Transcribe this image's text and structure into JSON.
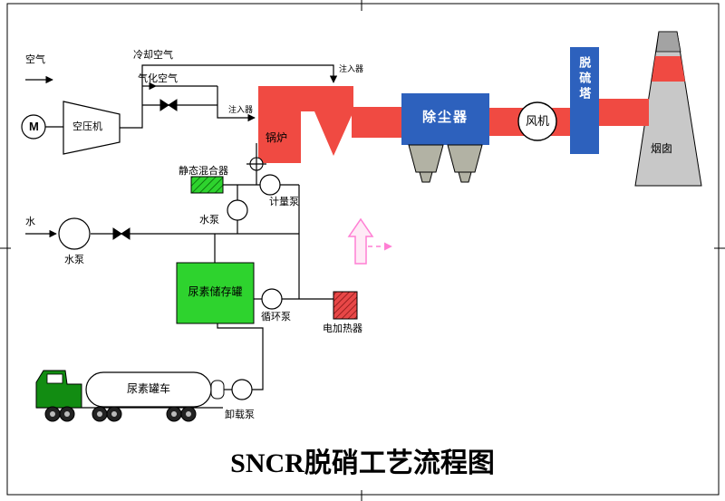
{
  "diagram": {
    "title": "SNCR脱硝工艺流程图",
    "equipment": {
      "motor": "M",
      "compressor": "空压机",
      "boiler": "锅炉",
      "dust_collector": "除尘器",
      "fan": "风机",
      "desulfurization_tower": "脱硫塔",
      "chimney": "烟囱",
      "static_mixer": "静态混合器",
      "urea_storage_tank": "尿素储存罐",
      "electric_heater": "电加热器",
      "urea_tank_truck": "尿素罐车"
    },
    "pumps": {
      "water_pump_main": "水泵",
      "water_pump_mid": "水泵",
      "metering_pump": "计量泵",
      "circulation_pump": "循环泵",
      "unloading_pump": "卸载泵"
    },
    "streams": {
      "air": "空气",
      "cooling_air": "冷却空气",
      "gasification_air": "气化空气",
      "water": "水",
      "injector_top": "注入器",
      "injector_side": "注入器"
    },
    "colors": {
      "flue_gas_red": "#f04a42",
      "equipment_blue": "#2d61bd",
      "tank_green": "#2ed32e",
      "truck_cab_green": "#128c12",
      "chimney_gray": "#c8c8c8",
      "chimney_cap_gray": "#a3a3a3",
      "hopper_gray": "#b2b2a4",
      "annotation_pink": "#ff7fd4"
    }
  }
}
